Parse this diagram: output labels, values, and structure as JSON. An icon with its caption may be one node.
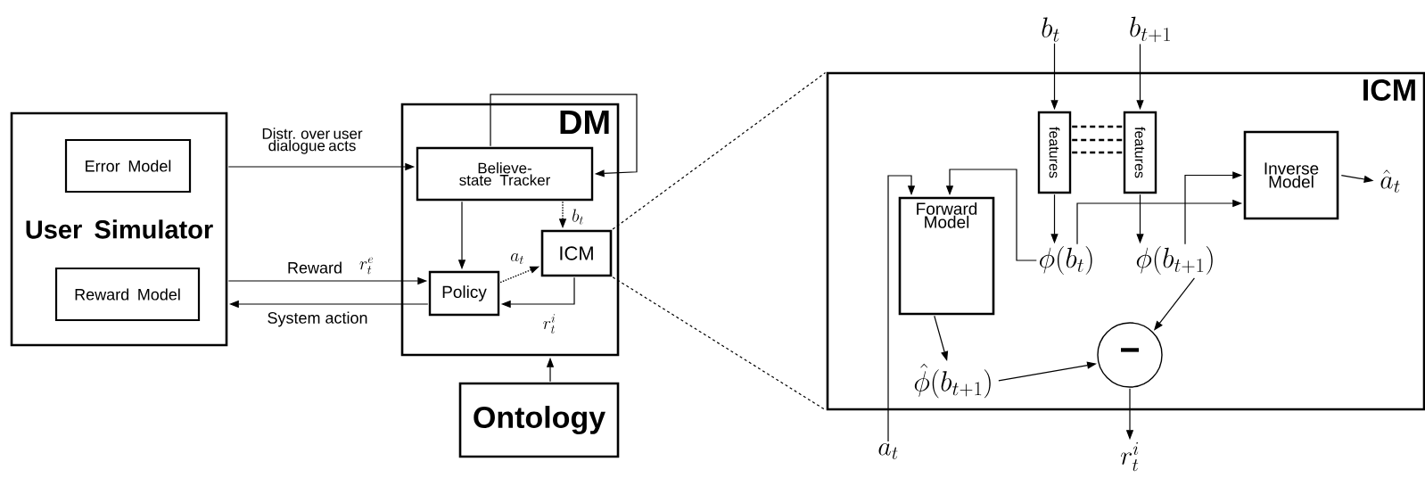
{
  "diagram": {
    "nodes": [
      {
        "text": [
          "User Simulator"
        ]
      },
      {
        "text": [
          "Error Model"
        ],
        "in": 0
      },
      {
        "text": [
          "Reward Model"
        ],
        "in": 0
      },
      {
        "text": [
          "DM"
        ]
      },
      {
        "text": [
          "Believe-state Tracker"
        ],
        "in": 3
      },
      {
        "text": [
          "Policy"
        ],
        "in": 3
      },
      {
        "text": [
          "ICM"
        ],
        "in": 3
      },
      {
        "text": [
          "Ontology"
        ]
      },
      {
        "text": [
          "ICM"
        ]
      },
      {
        "text": [
          "b_t"
        ]
      },
      {
        "text": [
          "b_{t+1}"
        ]
      },
      {
        "text": [
          "features"
        ],
        "in": 8
      },
      {
        "text": [
          "features"
        ],
        "in": 8
      },
      {
        "text": [
          "Inverse Model"
        ],
        "in": 8
      },
      {
        "text": [
          "\\hat{a}_t"
        ],
        "in": 8
      },
      {
        "text": [
          "Forward Model"
        ],
        "in": 8
      },
      {
        "text": [
          "\\phi(b_t)"
        ],
        "in": 8
      },
      {
        "text": [
          "\\phi(b_{t+1})"
        ],
        "in": 8
      },
      {
        "text": [
          "\\hat{\\phi}(b_{t+1})"
        ],
        "in": 8
      },
      {
        "text": [
          "−"
        ],
        "in": 8
      },
      {
        "text": [
          "a_t"
        ]
      },
      {
        "text": [
          "r_t^i"
        ]
      }
    ],
    "edges": [
      {
        "from": 0,
        "to": 4,
        "arrow": "to",
        "label": "Distr. over user dialogue acts"
      },
      {
        "from": 0,
        "to": 5,
        "arrow": "to",
        "label": "Reward"
      },
      {
        "from": 5,
        "to": 0,
        "arrow": "to",
        "label": "System action"
      },
      {
        "from": 4,
        "to": 5,
        "arrow": "to"
      },
      {
        "from": 4,
        "to": 6,
        "arrow": "to",
        "label": "b_t",
        "style": "dashed"
      },
      {
        "from": 5,
        "to": 6,
        "arrow": "to",
        "label": "a_t",
        "style": "dashed"
      },
      {
        "from": 6,
        "to": 5,
        "arrow": "to",
        "label": "r_t^i"
      },
      {
        "from": 4,
        "to": 4,
        "arrow": "to"
      },
      {
        "from": 7,
        "to": 3,
        "arrow": "to"
      },
      {
        "from": 6,
        "to": 8,
        "arrow": "none",
        "style": "dashed"
      },
      {
        "from": 6,
        "to": 8,
        "arrow": "none",
        "style": "dashed"
      },
      {
        "from": 9,
        "to": 11,
        "arrow": "to"
      },
      {
        "from": 10,
        "to": 12,
        "arrow": "to"
      },
      {
        "from": 11,
        "to": 16,
        "arrow": "to"
      },
      {
        "from": 12,
        "to": 17,
        "arrow": "to"
      },
      {
        "from": 11,
        "to": 12,
        "arrow": "none",
        "style": "dashed"
      },
      {
        "from": 11,
        "to": 12,
        "arrow": "none",
        "style": "dashed"
      },
      {
        "from": 11,
        "to": 12,
        "arrow": "none",
        "style": "dashed"
      },
      {
        "from": 16,
        "to": 15,
        "arrow": "to"
      },
      {
        "from": 16,
        "to": 13,
        "arrow": "to"
      },
      {
        "from": 17,
        "to": 13,
        "arrow": "to"
      },
      {
        "from": 20,
        "to": 15,
        "arrow": "to"
      },
      {
        "from": 15,
        "to": 18,
        "arrow": "to"
      },
      {
        "from": 18,
        "to": 19,
        "arrow": "to"
      },
      {
        "from": 17,
        "to": 19,
        "arrow": "to"
      },
      {
        "from": 19,
        "to": 21,
        "arrow": "to"
      },
      {
        "from": 13,
        "to": 14,
        "arrow": "to"
      }
    ],
    "labels": [
      "r_t^e"
    ]
  }
}
